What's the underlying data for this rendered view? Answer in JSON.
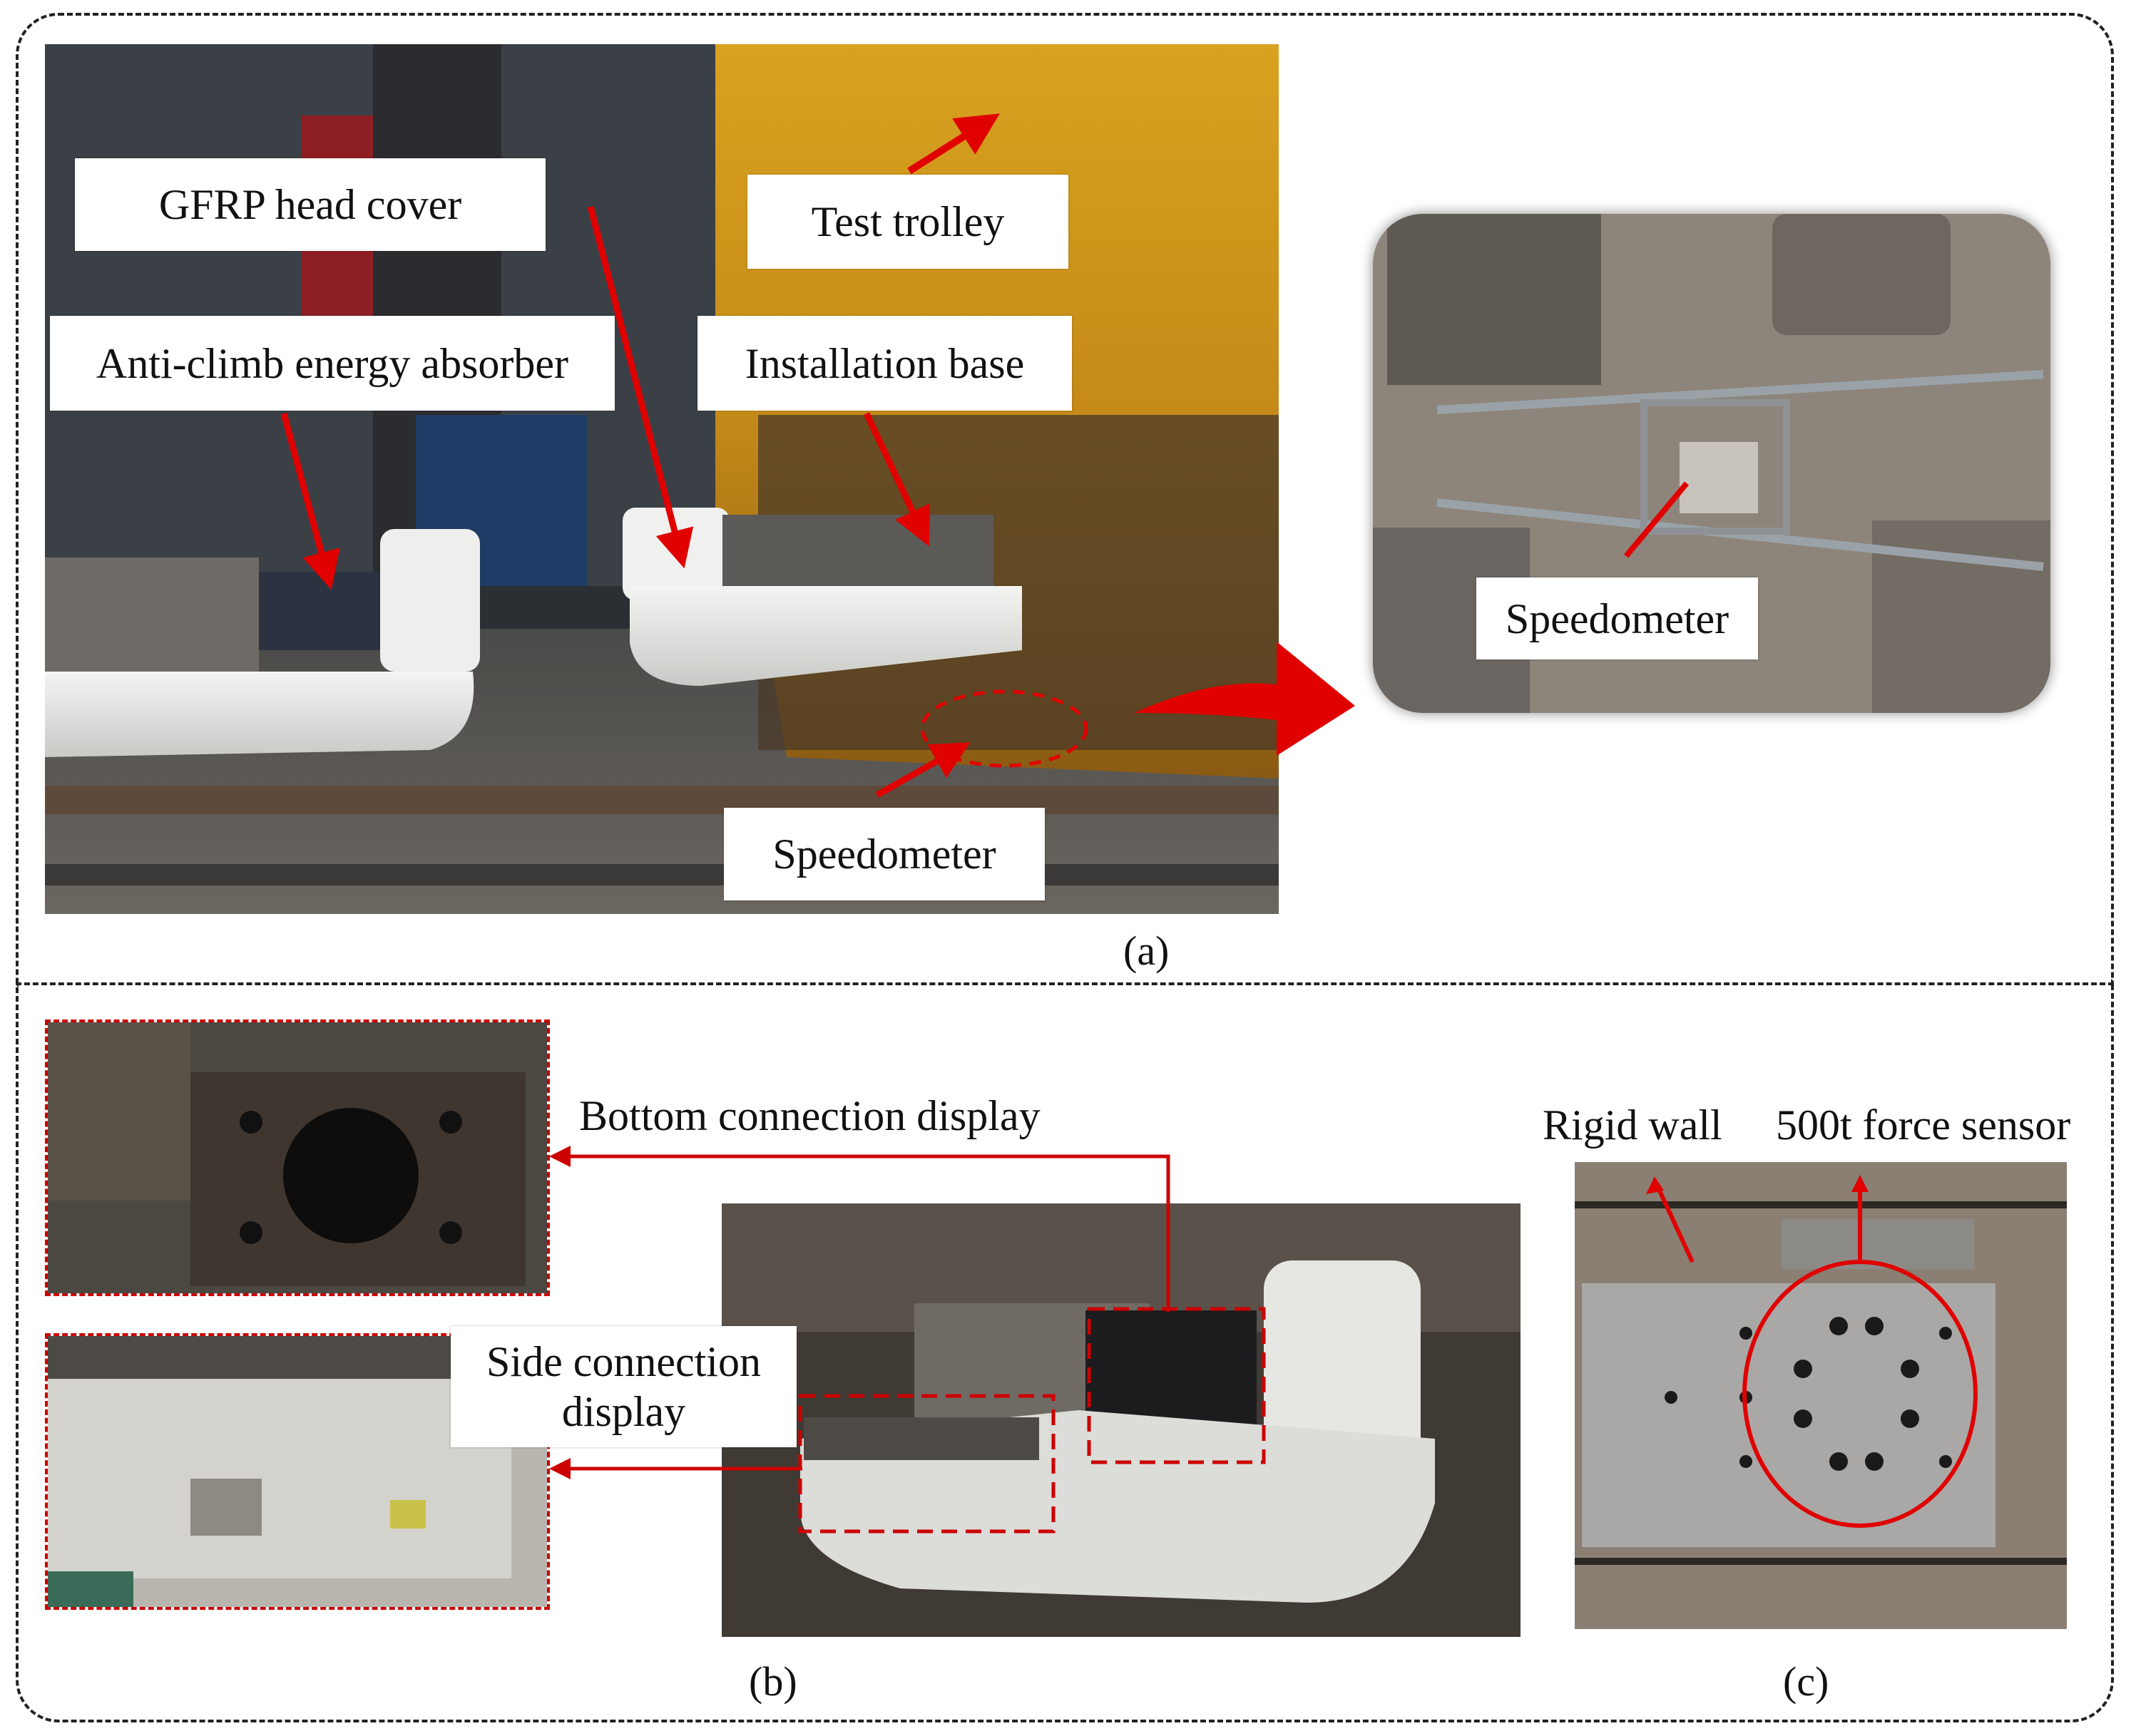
{
  "panel_a": {
    "labels": {
      "gfrp": "GFRP head cover",
      "trolley": "Test trolley",
      "absorber": "Anti-climb energy absorber",
      "base": "Installation base",
      "speedometer_main": "Speedometer",
      "speedometer_inset": "Speedometer"
    },
    "caption": "(a)"
  },
  "panel_b": {
    "labels": {
      "bottom": "Bottom connection display",
      "side_line1": "Side connection",
      "side_line2": "display"
    },
    "caption": "(b)"
  },
  "panel_c": {
    "labels": {
      "wall": "Rigid wall",
      "sensor": "500t force sensor"
    },
    "caption": "(c)"
  },
  "colors": {
    "arrow": "#e00000",
    "trolley_yellow": "#d9a21f",
    "frame": "#222222"
  }
}
